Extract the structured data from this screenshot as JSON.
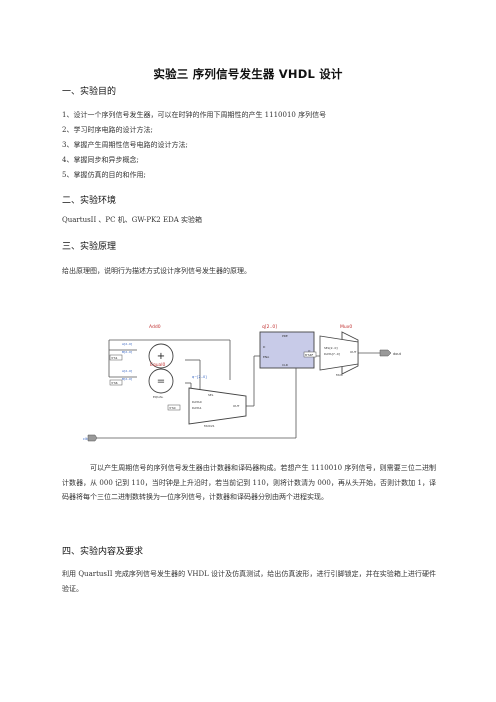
{
  "title": "实验三   序列信号发生器 VHDL 设计",
  "section1": {
    "heading": "一、实验目的",
    "items": [
      "1、设计一个序列信号发生器，可以在时钟的作用下周期性的产生 1110010 序列信号",
      "2、学习时序电路的设计方法;",
      "3、掌握产生周期性信号电路的设计方法;",
      "4、掌握同步和异步概念;",
      "5、掌握仿真的目的和作用;"
    ]
  },
  "section2": {
    "heading": "二、实验环境",
    "text": "QuartusII 、PC 机、GW-PK2 EDA 实验箱"
  },
  "section3": {
    "heading": "三、实验原理",
    "intro": "给出原理图，说明行为描述方式设计序列信号发生器的原理。",
    "diagram": {
      "add_label": "Add0",
      "add_op": "+",
      "add_in_a": "A[2..0]",
      "add_in_b": "B[2..0]",
      "add_const": "3'h1",
      "add_name": "ADDER",
      "eq_label": "Equal0",
      "eq_op": "=",
      "eq_in_a": "A[2..0]",
      "eq_in_b": "B[2..0]",
      "eq_const": "3'h6",
      "eq_name": "EQUAL",
      "mux_in_label": "q~[2..0]",
      "mux_sel": "SEL",
      "mux_data0": "DATA0",
      "mux_data1": "DATA1",
      "mux_out": "OUT",
      "mux_const": "3'h0",
      "mux_name": "MUX21",
      "reg_label": "q[2..0]",
      "reg_pre": "PRE",
      "reg_d": "D",
      "reg_q": "Q",
      "reg_ena": "ENA",
      "reg_clr": "CLR",
      "mux2_label": "Mux0",
      "mux2_sel": "SEL[2..0]",
      "mux2_data": "DATA[7..0]",
      "mux2_out": "OUT",
      "mux2_name": "MUX",
      "mux2_const": "8'h4F",
      "clk": "clk",
      "dout": "dout"
    },
    "explanation": "可以产生周期信号的序列信号发生器由计数器和译码器构成。若想产生 1110010 序列信号，则需要三位二进制计数器，从 000 记到 110，当时钟是上升沿时，若当前记到 110，则将计数清为 000，再从头开始，否则计数加 1，译码器将每个三位二进制数转换为一位序列信号，计数器和译码器分别由两个进程实现。"
  },
  "section4": {
    "heading": "四、实验内容及要求",
    "text": "利用 QuartusII 完成序列信号发生器的 VHDL 设计及仿真测试，给出仿真波形，进行引脚锁定，并在实验箱上进行硬件验证。"
  }
}
